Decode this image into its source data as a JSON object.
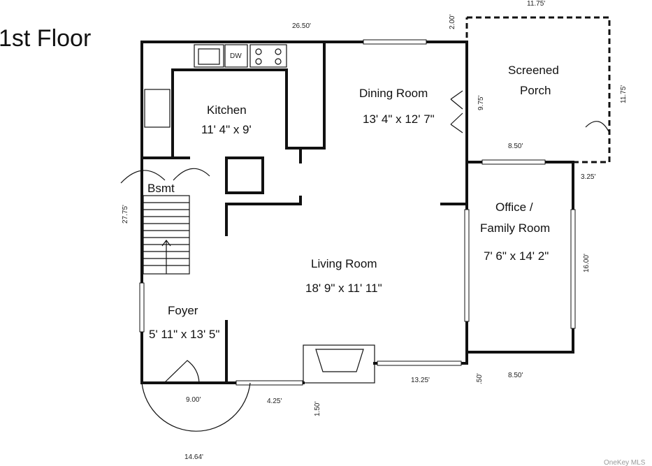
{
  "title": "1st Floor",
  "rooms": {
    "kitchen": {
      "name": "Kitchen",
      "size": "11' 4\" x 9'"
    },
    "dining": {
      "name": "Dining Room",
      "size": "13' 4\" x 12' 7\""
    },
    "porch": {
      "line1": "Screened",
      "line2": "Porch"
    },
    "office": {
      "line1": "Office /",
      "line2": "Family Room",
      "size": "7' 6\" x 14' 2\""
    },
    "living": {
      "name": "Living Room",
      "size": "18' 9\" x 11' 11\""
    },
    "foyer": {
      "name": "Foyer",
      "size": "5' 11\" x 13' 5\""
    },
    "bsmt": {
      "name": "Bsmt"
    }
  },
  "appliances": {
    "dw": "DW"
  },
  "dimensions": {
    "top": "26.50'",
    "porch_top": "11.75'",
    "porch_gap": "2.00'",
    "porch_right": "11.75'",
    "porch_inner": "9.75'",
    "porch_bottom": "8.50'",
    "porch_step": "3.25'",
    "left": "27.75'",
    "office_right": "16.00'",
    "office_bottom": "8.50'",
    "office_offset": ".50'",
    "living_bottom": "13.25'",
    "foyer_bottom": "9.00'",
    "bottom_small": "4.25'",
    "fireplace": "1.50'",
    "bay": "14.64'"
  },
  "watermark": "OneKey MLS"
}
